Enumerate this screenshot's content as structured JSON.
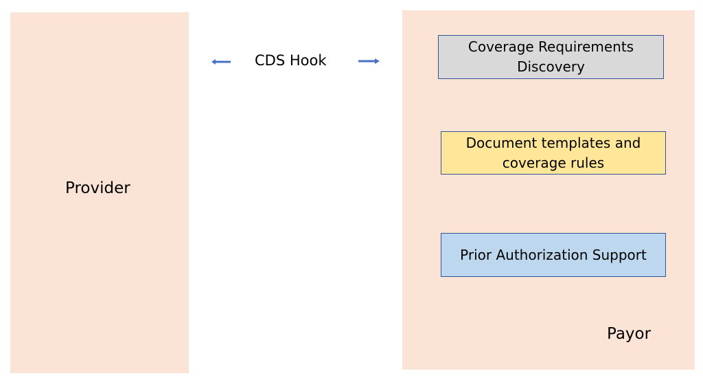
{
  "provider": {
    "label": "Provider",
    "color": "#fbe3d6"
  },
  "payor": {
    "label": "Payor",
    "color": "#fbe3d6",
    "components": [
      {
        "label": "Coverage Requirements Discovery",
        "color": "#d9d9d9"
      },
      {
        "label": "Document templates and coverage rules",
        "color": "#ffe699"
      },
      {
        "label": "Prior Authorization Support",
        "color": "#bdd7ee"
      }
    ]
  },
  "connection": {
    "label": "CDS Hook",
    "arrow_color": "#4472c4",
    "direction": "bidirectional"
  }
}
